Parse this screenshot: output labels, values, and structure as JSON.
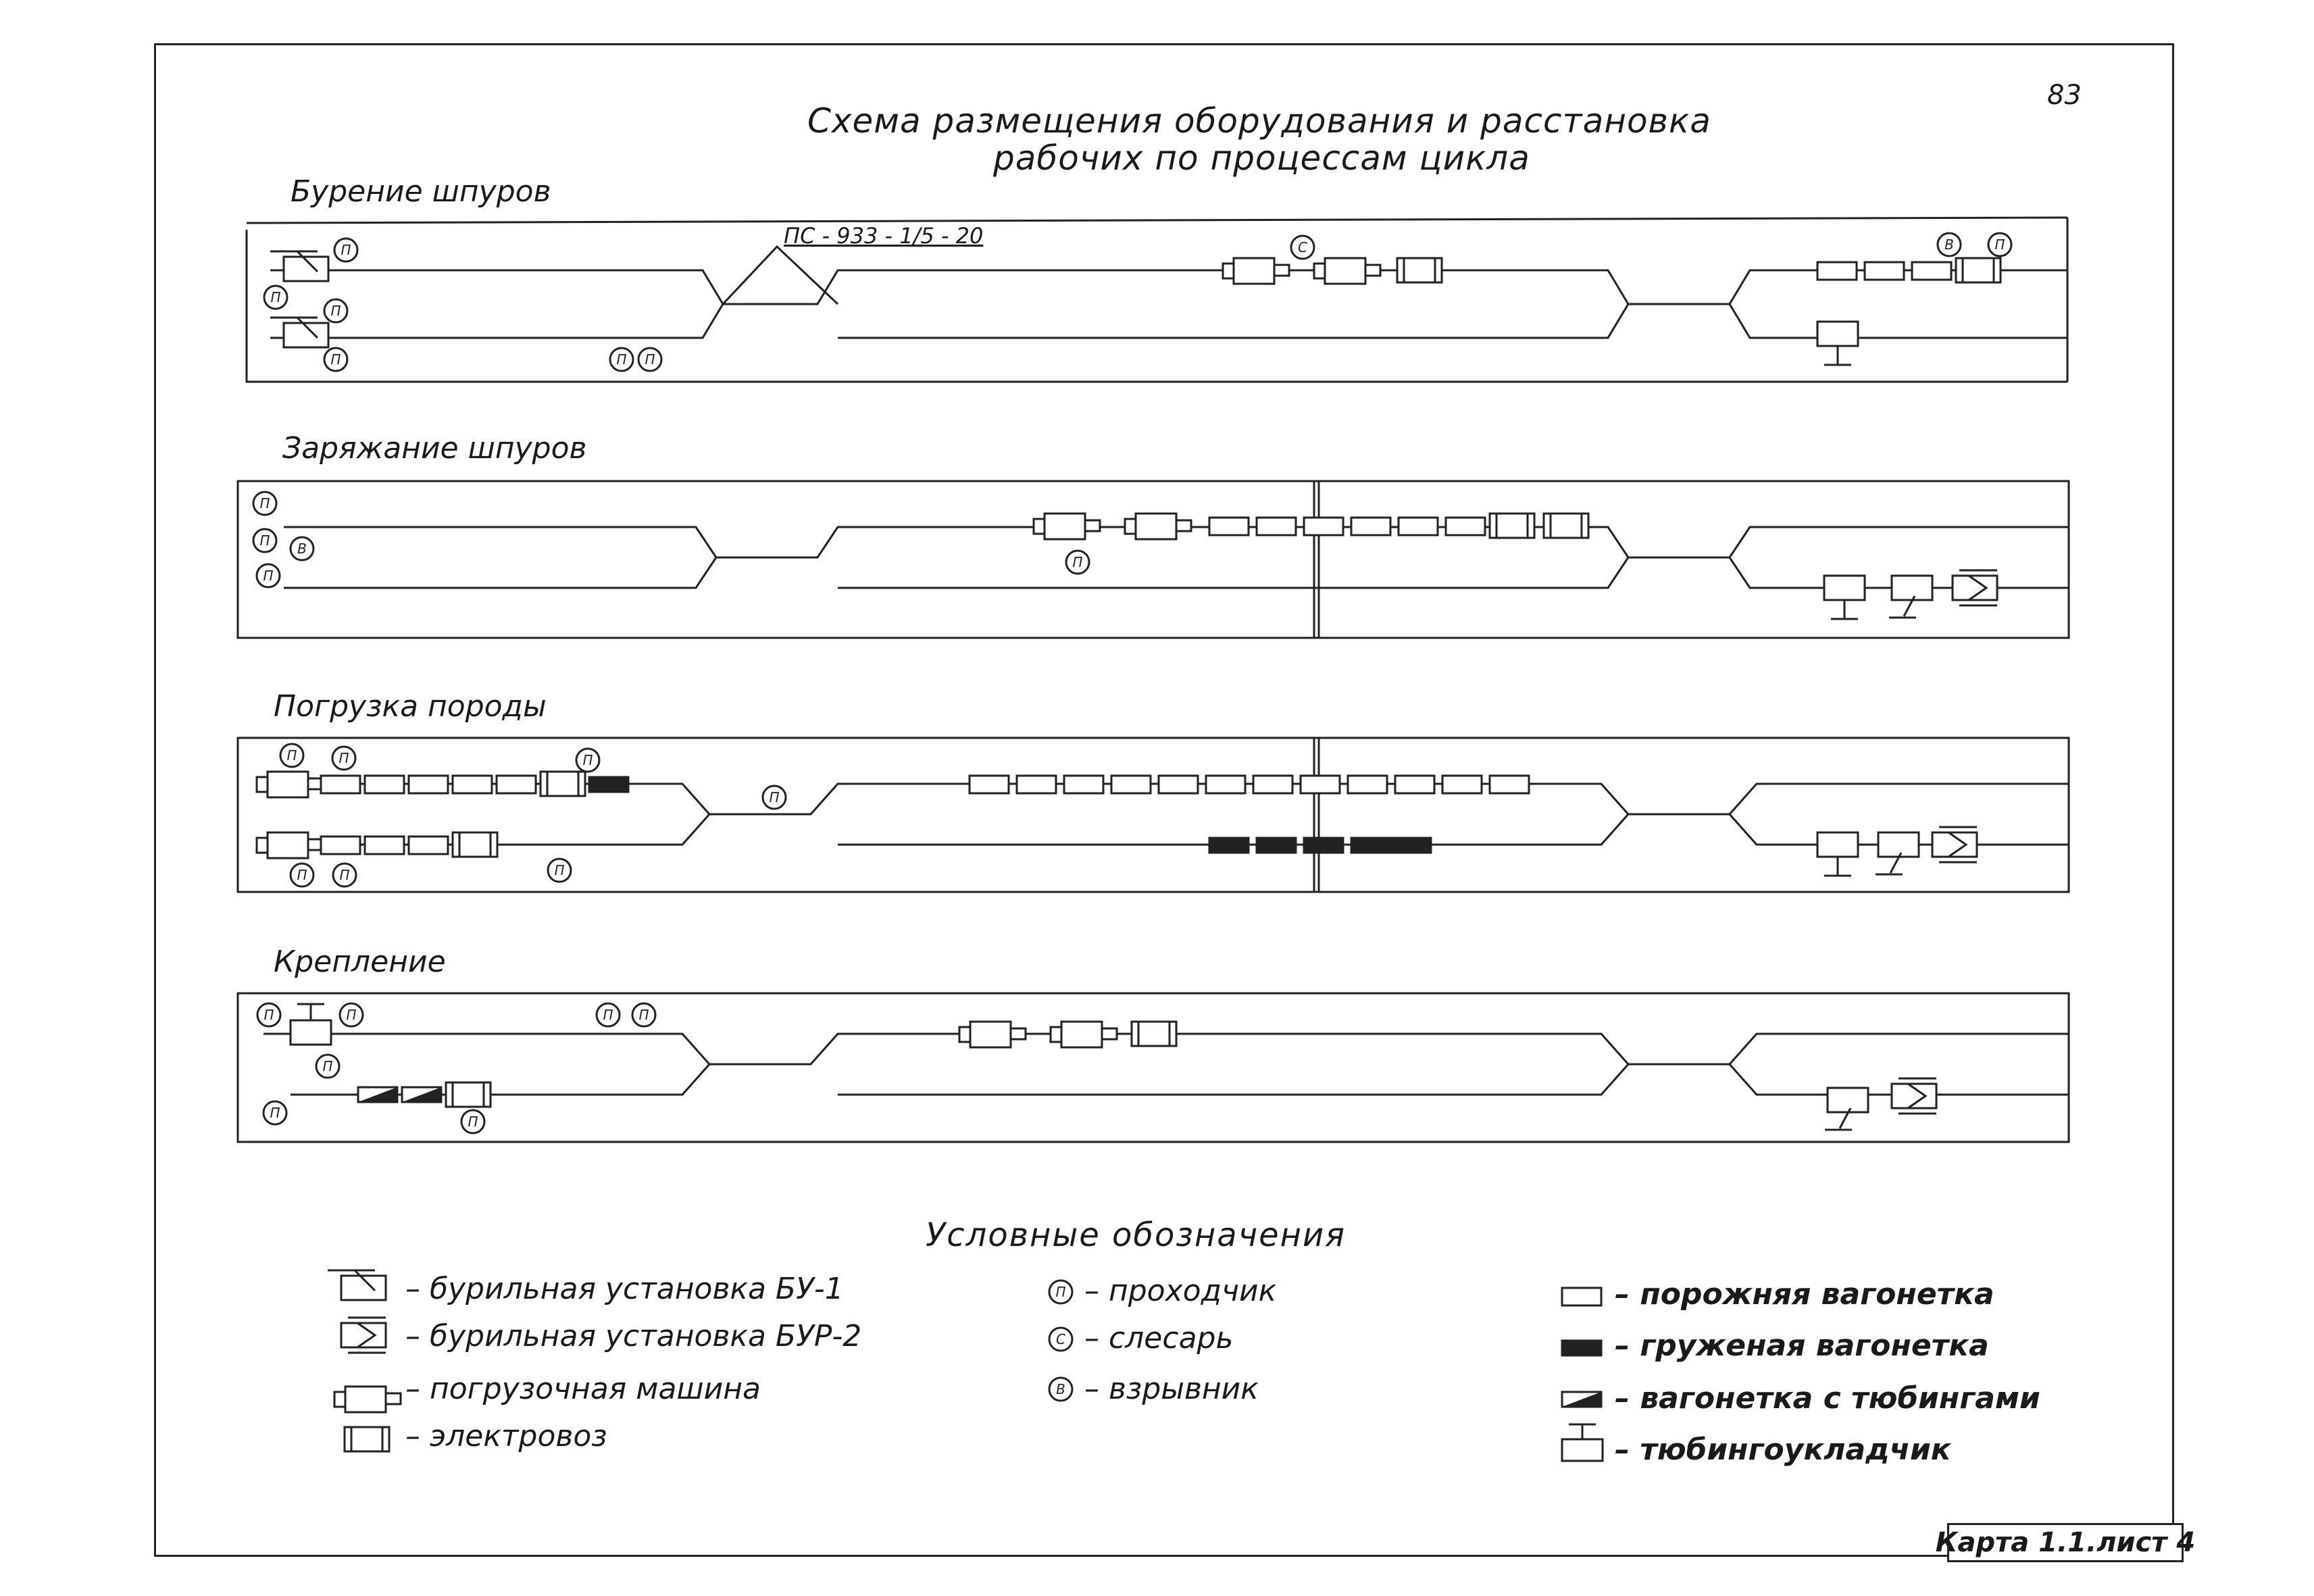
{
  "page_number": "83",
  "title": {
    "line1": "Схема  размещения оборудования и расстановка",
    "line2": "рабочих по процессам цикла"
  },
  "sections": [
    {
      "label": "Бурение  шпуров"
    },
    {
      "label": "Заряжание  шпуров"
    },
    {
      "label": "Погрузка  породы"
    },
    {
      "label": "Крепление"
    }
  ],
  "markers": {
    "worker": "П",
    "mechanic": "С",
    "blaster": "В"
  },
  "switch_label": "ПС - 933 - 1/5 - 20",
  "legend": {
    "title": "Условные   обозначения",
    "items": {
      "drill_bu1": "–  бурильная установка БУ-1",
      "drill_bur2": "–  бурильная установка БУР-2",
      "loader": "–  погрузочная  машина",
      "locomotive": "–  электровоз",
      "worker": "–  проходчик",
      "mechanic": "–  слесарь",
      "blaster": "–  взрывник",
      "empty_car": "–  порожняя  вагонетка",
      "loaded_car": "–  груженая  вагонетка",
      "tubing_car": "–  вагонетка  с тюбингами",
      "tubing_erector": "–  тюбингоукладчик"
    }
  },
  "card": "Карта 1.1.лист 4"
}
